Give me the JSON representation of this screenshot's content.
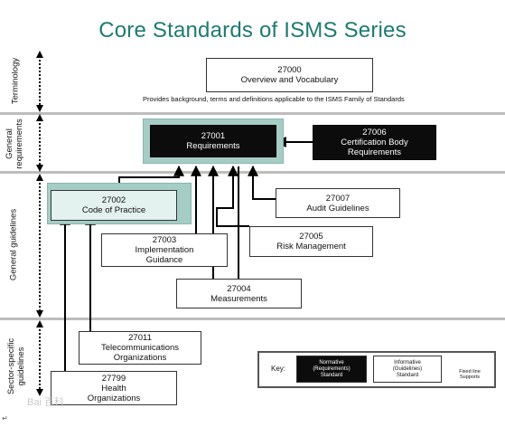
{
  "title": "Core Standards of ISMS Series",
  "sections": [
    {
      "id": "terminology",
      "label": "Terminology"
    },
    {
      "id": "general-requirements",
      "label_lines": [
        "General",
        "requirements"
      ]
    },
    {
      "id": "general-guidelines",
      "label": "General guidelines"
    },
    {
      "id": "sector-specific",
      "label_lines": [
        "Sector-specific",
        "guidelines"
      ]
    }
  ],
  "boxes": {
    "b27000": {
      "number": "27000",
      "name": "Overview and Vocabulary"
    },
    "b27001": {
      "number": "27001",
      "name": "Requirements"
    },
    "b27006": {
      "number": "27006",
      "name_lines": [
        "Certification Body",
        "Requirements"
      ]
    },
    "b27002": {
      "number": "27002",
      "name": "Code of Practice"
    },
    "b27007": {
      "number": "27007",
      "name": "Audit Guidelines"
    },
    "b27003": {
      "number": "27003",
      "name_lines": [
        "Implementation",
        "Guidance"
      ]
    },
    "b27005": {
      "number": "27005",
      "name": "Risk Management"
    },
    "b27004": {
      "number": "27004",
      "name": "Measurements"
    },
    "b27011": {
      "number": "27011",
      "name_lines": [
        "Telecommunications",
        "Organizations"
      ]
    },
    "b27799": {
      "number": "27799",
      "name_lines": [
        "Health",
        "Organizations"
      ]
    }
  },
  "terminology_note": "Provides background, terms and definitions applicable to the ISMS Family of Standards",
  "key": {
    "label": "Key:",
    "normative_lines": [
      "Normative",
      "(Requirements)",
      "Standard"
    ],
    "informative_lines": [
      "Informative",
      "(Guidelines)",
      "Standard"
    ],
    "arrow_lines": [
      "Fixed line",
      "Supports"
    ]
  },
  "watermark": "Bai 百科",
  "return_mark": "↵",
  "colors": {
    "title": "#1f7a72",
    "band": "#bdbdbd",
    "glow": "#a6cdc5",
    "normative": "#0c0c0c"
  }
}
